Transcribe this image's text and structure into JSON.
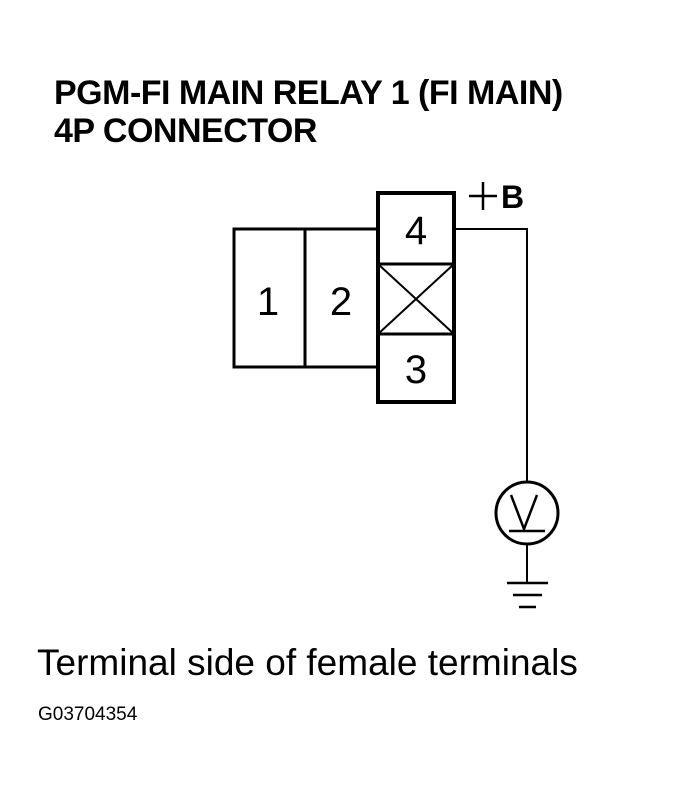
{
  "title": {
    "line1": "PGM-FI MAIN RELAY 1 (FI MAIN)",
    "line2": "4P CONNECTOR"
  },
  "connector": {
    "terminals": [
      {
        "number": "1"
      },
      {
        "number": "2"
      },
      {
        "number": "3"
      },
      {
        "number": "4"
      }
    ],
    "unused_cavity": "x-mark-icon"
  },
  "supply_label": "B",
  "meter_icon": "voltmeter-icon",
  "ground_icon": "ground-icon",
  "caption": "Terminal side of female terminals",
  "figure_code": "G03704354"
}
